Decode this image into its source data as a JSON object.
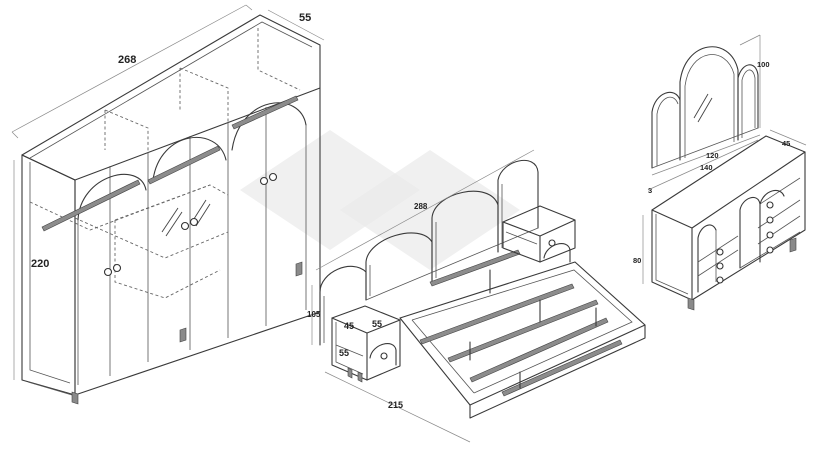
{
  "wardrobe": {
    "width_label": "268",
    "depth_label": "55",
    "height_label": "220"
  },
  "bed": {
    "width_label": "288",
    "length_label": "215",
    "headboard_height_label": "105"
  },
  "nightstand": {
    "width_label": "45",
    "depth_label": "55",
    "height_label": "55"
  },
  "dresser": {
    "mirror_height_label": "100",
    "mirror_width_label": "120",
    "mirror_thickness_label": "3",
    "width_label": "140",
    "depth_label": "45",
    "height_label": "80"
  }
}
